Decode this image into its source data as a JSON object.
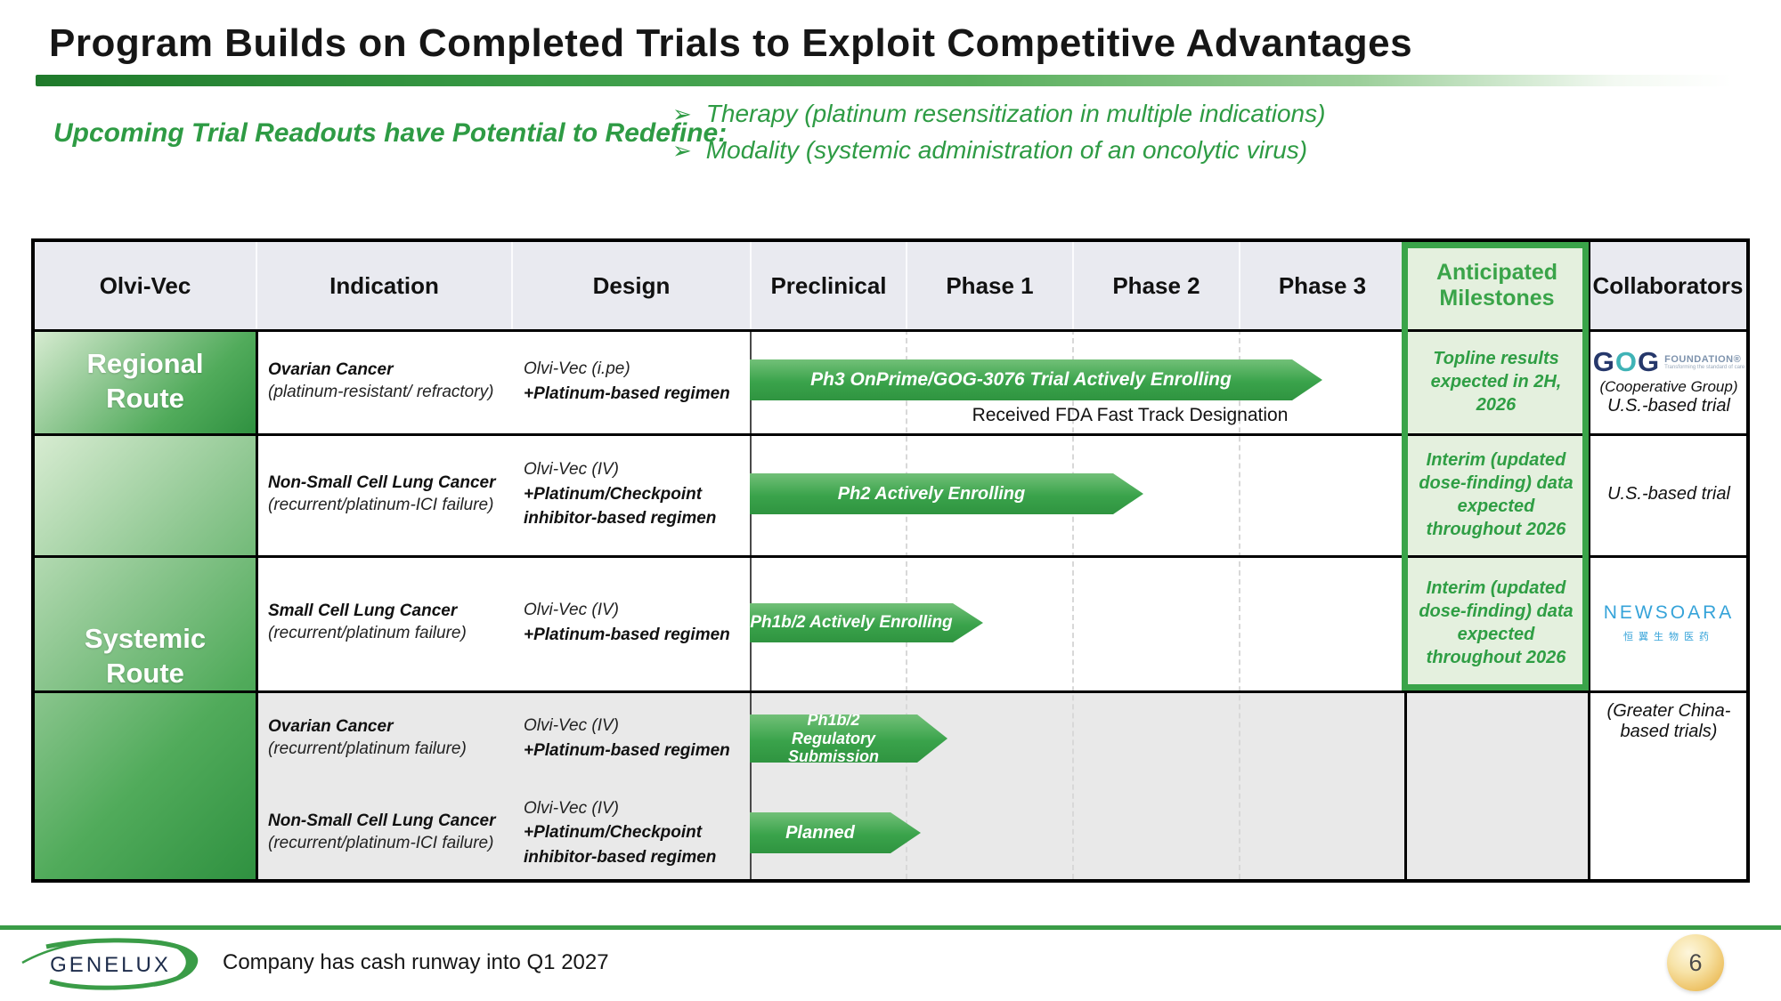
{
  "icons": {
    "bullet": "➢"
  },
  "slide": {
    "title": "Program Builds on Completed Trials to Exploit Competitive Advantages",
    "intro_label": "Upcoming Trial Readouts have Potential to Redefine:",
    "bullets": [
      "Therapy (platinum resensitization in multiple indications)",
      "Modality (systemic administration of an oncolytic virus)"
    ],
    "footer_note": "Company has cash runway into Q1 2027",
    "page_number": "6",
    "logo_text": "GENELUX"
  },
  "table": {
    "headers": [
      "Olvi-Vec",
      "Indication",
      "Design",
      "Preclinical",
      "Phase 1",
      "Phase 2",
      "Phase 3",
      "Anticipated Milestones",
      "Collaborators"
    ],
    "routes": {
      "regional": "Regional Route",
      "systemic": "Systemic Route"
    },
    "rows": [
      {
        "indication": "Ovarian Cancer",
        "indication_detail": "(platinum-resistant/ refractory)",
        "design": "Olvi-Vec (i.pe)",
        "design_regimen": "+Platinum-based regimen",
        "arrow": "Ph3 OnPrime/GOG-3076 Trial Actively Enrolling",
        "note": "Received FDA Fast Track Designation",
        "milestone": "Topline results expected in 2H, 2026",
        "collaborator_note": "(Cooperative Group)",
        "collaborator_trial": "U.S.-based trial"
      },
      {
        "indication": "Non-Small Cell Lung Cancer",
        "indication_detail": "(recurrent/platinum-ICI failure)",
        "design": "Olvi-Vec (IV)",
        "design_regimen": "+Platinum/Checkpoint inhibitor-based regimen",
        "arrow": "Ph2 Actively Enrolling",
        "milestone": "Interim (updated dose-finding) data expected throughout 2026",
        "collaborator_trial": "U.S.-based trial"
      },
      {
        "indication": "Small Cell Lung Cancer",
        "indication_detail": "(recurrent/platinum failure)",
        "design": "Olvi-Vec (IV)",
        "design_regimen": "+Platinum-based regimen",
        "arrow": "Ph1b/2 Actively Enrolling",
        "milestone": "Interim (updated dose-finding) data expected throughout 2026"
      },
      {
        "indication": "Ovarian Cancer",
        "indication_detail": "(recurrent/platinum failure)",
        "design": "Olvi-Vec (IV)",
        "design_regimen": "+Platinum-based regimen",
        "arrow": "Ph1b/2 Regulatory Submission"
      },
      {
        "indication": "Non-Small Cell Lung Cancer",
        "indication_detail": "(recurrent/platinum-ICI failure)",
        "design": "Olvi-Vec (IV)",
        "design_regimen": "+Platinum/Checkpoint inhibitor-based regimen",
        "arrow": "Planned"
      }
    ],
    "collaborators": {
      "gog": {
        "g1": "G",
        "o": "O",
        "g2": "G",
        "foundation": "FOUNDATION®",
        "tagline": "Transforming the standard of care"
      },
      "newsoara": {
        "name": "NEWSOARA",
        "chinese": "恒翼生物医药"
      },
      "china_note": "(Greater China-based trials)"
    }
  },
  "colors": {
    "accent_green": "#3aa449",
    "light_green_bg": "#e4f0de",
    "header_bg": "#e9eaf0",
    "gray_row_bg": "#e9e9e9",
    "milestone_text": "#2f9e44",
    "gog_navy": "#26386b",
    "gog_teal": "#3fb3b6",
    "newsoara_blue": "#35a3d9",
    "page_circle_gold": "#eec469"
  }
}
